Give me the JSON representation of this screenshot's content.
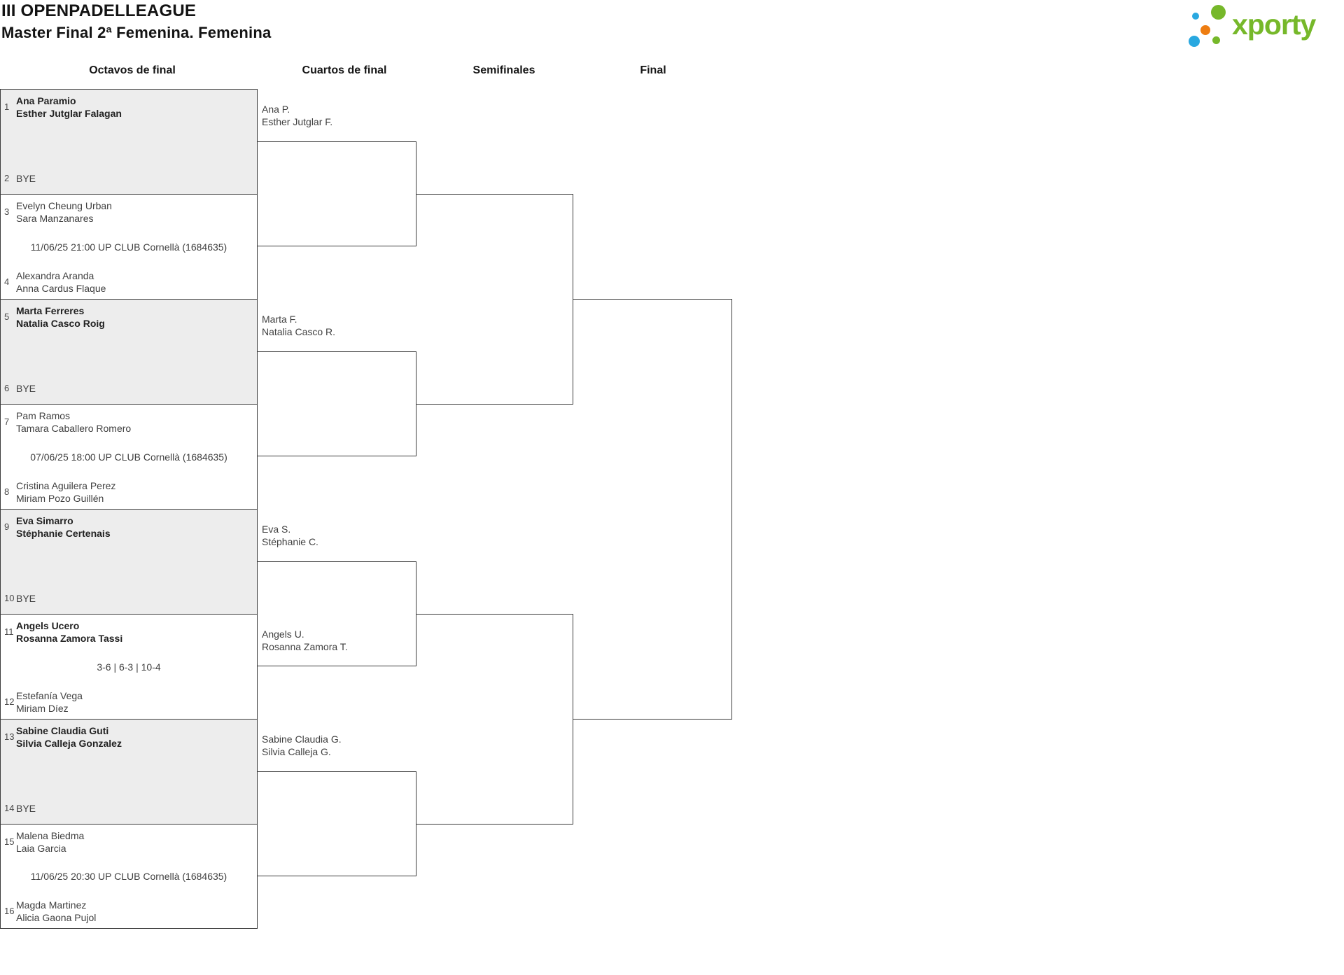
{
  "header": {
    "title": "III OPENPADELLEAGUE",
    "subtitle": "Master Final 2ª Femenina. Femenina"
  },
  "logo": {
    "text": "xporty",
    "green": "#76b82a",
    "blue": "#29a8e0",
    "orange": "#ee7d11"
  },
  "rounds": [
    {
      "label": "Octavos de final"
    },
    {
      "label": "Cuartos de final"
    },
    {
      "label": "Semifinales"
    },
    {
      "label": "Final"
    }
  ],
  "matches": [
    {
      "seed_top": "1",
      "top1": "Ana Paramio",
      "top2": "Esther Jutglar Falagan",
      "seed_bottom": "2",
      "bot1": "BYE",
      "bot2": "",
      "center": ""
    },
    {
      "seed_top": "3",
      "top1": "Evelyn Cheung Urban",
      "top2": "Sara Manzanares",
      "seed_bottom": "4",
      "bot1": "Alexandra Aranda",
      "bot2": "Anna Cardus Flaque",
      "center": "11/06/25 21:00 UP CLUB Cornellà (1684635)"
    },
    {
      "seed_top": "5",
      "top1": "Marta Ferreres",
      "top2": "Natalia Casco Roig",
      "seed_bottom": "6",
      "bot1": "BYE",
      "bot2": "",
      "center": ""
    },
    {
      "seed_top": "7",
      "top1": "Pam Ramos",
      "top2": "Tamara Caballero Romero",
      "seed_bottom": "8",
      "bot1": "Cristina Aguilera Perez",
      "bot2": "Miriam Pozo Guillén",
      "center": "07/06/25 18:00 UP CLUB Cornellà (1684635)"
    },
    {
      "seed_top": "9",
      "top1": "Eva Simarro",
      "top2": "Stéphanie Certenais",
      "seed_bottom": "10",
      "bot1": "BYE",
      "bot2": "",
      "center": ""
    },
    {
      "seed_top": "11",
      "top1": "Angels Ucero",
      "top2": "Rosanna Zamora Tassi",
      "seed_bottom": "12",
      "bot1": "Estefanía Vega",
      "bot2": "Miriam Díez",
      "center": "3-6 | 6-3 | 10-4"
    },
    {
      "seed_top": "13",
      "top1": "Sabine Claudia Guti",
      "top2": "Silvia Calleja Gonzalez",
      "seed_bottom": "14",
      "bot1": "BYE",
      "bot2": "",
      "center": ""
    },
    {
      "seed_top": "15",
      "top1": "Malena Biedma",
      "top2": "Laia Garcia",
      "seed_bottom": "16",
      "bot1": "Magda Martinez",
      "bot2": "Alicia Gaona Pujol",
      "center": "11/06/25 20:30 UP CLUB Cornellà (1684635)"
    }
  ],
  "quarters": [
    {
      "l1": "Ana P.",
      "l2": "Esther Jutglar F."
    },
    {
      "l1": "Marta F.",
      "l2": "Natalia Casco R."
    },
    {
      "l1": "Eva S.",
      "l2": "Stéphanie C."
    },
    {
      "l1": "Angels U.",
      "l2": "Rosanna Zamora T."
    },
    {
      "l1": "Sabine Claudia G.",
      "l2": "Silvia Calleja G."
    }
  ]
}
